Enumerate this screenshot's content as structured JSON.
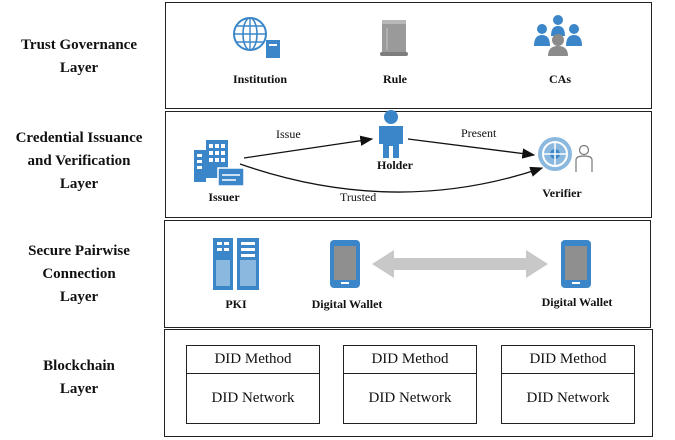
{
  "layers": [
    {
      "label": "Trust Governance Layer"
    },
    {
      "label": "Credential Issuance and Verification Layer"
    },
    {
      "label": "Secure Pairwise Connection Layer"
    },
    {
      "label": "Blockchain Layer"
    }
  ],
  "governance": {
    "institution": "Institution",
    "rule": "Rule",
    "cas": "CAs"
  },
  "credential": {
    "issuer": "Issuer",
    "holder": "Holder",
    "verifier": "Verifier",
    "issue": "Issue",
    "present": "Present",
    "trusted": "Trusted"
  },
  "connection": {
    "pki": "PKI",
    "wallet_left": "Digital Wallet",
    "wallet_right": "Digital Wallet"
  },
  "blockchain": {
    "boxes": [
      {
        "method": "DID Method",
        "network": "DID Network"
      },
      {
        "method": "DID Method",
        "network": "DID Network"
      },
      {
        "method": "DID Method",
        "network": "DID Network"
      }
    ]
  },
  "colors": {
    "icon_blue": "#3b86c8",
    "icon_light": "#8bb8de",
    "gray_arrow": "#c8c8c8"
  }
}
